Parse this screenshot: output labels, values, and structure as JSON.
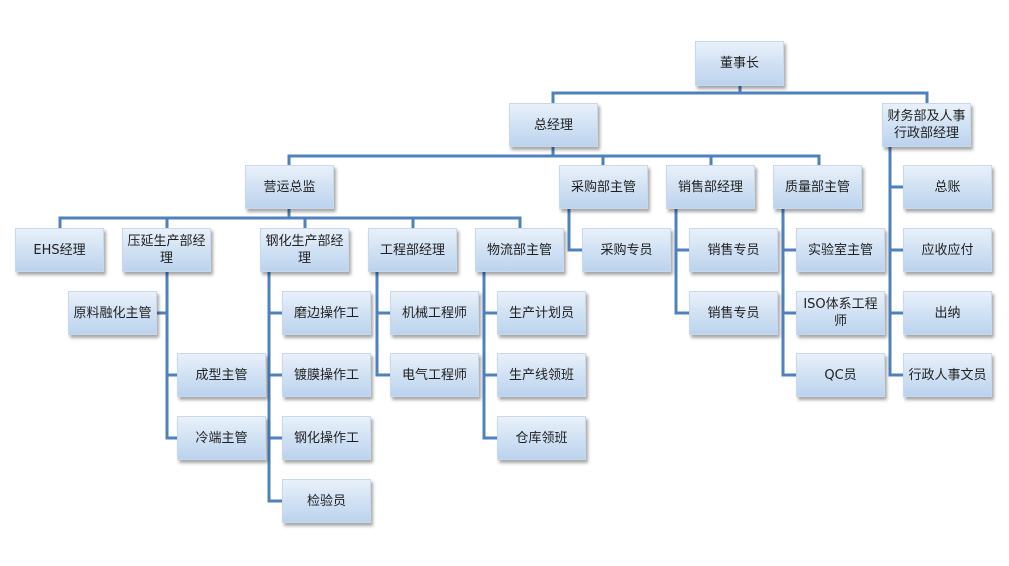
{
  "org_chart": {
    "chairman": "董事长",
    "general_manager": "总经理",
    "finance_hr_manager": "财务部及人事\n行政部经理",
    "operations_director": "营运总监",
    "purchasing_supervisor": "采购部主管",
    "sales_manager": "销售部经理",
    "quality_supervisor": "质量部主管",
    "ehs_manager": "EHS经理",
    "rolling_manager": "压延生产部经\n理",
    "tempering_manager": "钢化生产部经\n理",
    "engineering_manager": "工程部经理",
    "logistics_supervisor": "物流部主管",
    "purchasing_specialist": "采购专员",
    "sales_specialist_1": "销售专员",
    "sales_specialist_2": "销售专员",
    "lab_supervisor": "实验室主管",
    "iso_engineer": "ISO体系工程师",
    "qc_staff": "QC员",
    "general_ledger": "总账",
    "receivable_payable": "应收应付",
    "cashier": "出纳",
    "admin_hr_clerk": "行政人事文员",
    "raw_material_supervisor": "原料融化主管",
    "forming_supervisor": "成型主管",
    "cold_end_supervisor": "冷端主管",
    "edging_operator": "磨边操作工",
    "coating_operator": "镀膜操作工",
    "tempering_operator": "钢化操作工",
    "inspector": "检验员",
    "mechanical_engineer": "机械工程师",
    "electrical_engineer": "电气工程师",
    "production_planner": "生产计划员",
    "line_leader": "生产线领班",
    "warehouse_leader": "仓库领班"
  }
}
